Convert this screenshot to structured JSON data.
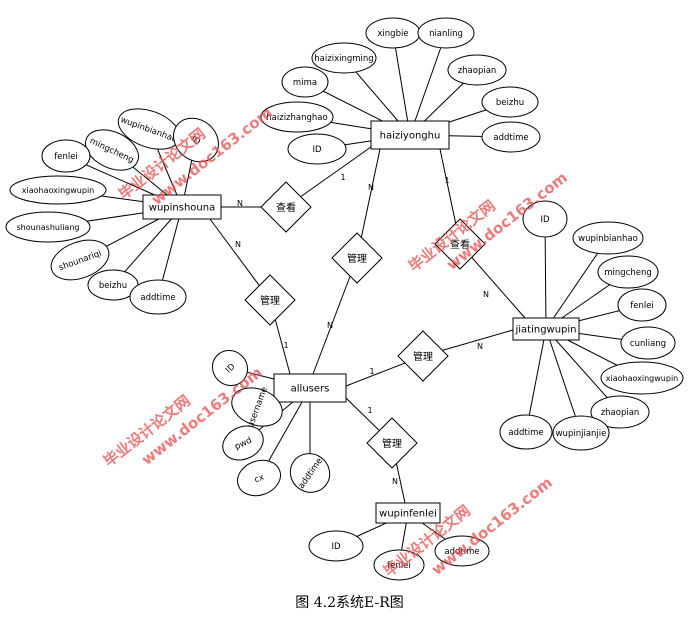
{
  "caption": "图 4.2系统E-R图",
  "watermark": {
    "text1": "毕业设计论文网",
    "text2": "www.doc163.com",
    "color": "#e8504f"
  },
  "entities": [
    {
      "id": "e_hz",
      "label": "haiziyonghu"
    },
    {
      "id": "e_wp",
      "label": "wupinshouna"
    },
    {
      "id": "e_jt",
      "label": "jiatingwupin"
    },
    {
      "id": "e_au",
      "label": "allusers"
    },
    {
      "id": "e_wf",
      "label": "wupinfenlei"
    }
  ],
  "attributes": [
    {
      "id": "a_hz_xingbie",
      "label": "xingbie",
      "entity": "e_hz"
    },
    {
      "id": "a_hz_nianling",
      "label": "nianling",
      "entity": "e_hz"
    },
    {
      "id": "a_hz_haizixingming",
      "label": "haizixingming",
      "entity": "e_hz"
    },
    {
      "id": "a_hz_zhaopian",
      "label": "zhaopian",
      "entity": "e_hz"
    },
    {
      "id": "a_hz_mima",
      "label": "mima",
      "entity": "e_hz"
    },
    {
      "id": "a_hz_beizhu",
      "label": "beizhu",
      "entity": "e_hz"
    },
    {
      "id": "a_hz_haizizhanghao",
      "label": "haizizhanghao",
      "entity": "e_hz"
    },
    {
      "id": "a_hz_addtime",
      "label": "addtime",
      "entity": "e_hz"
    },
    {
      "id": "a_hz_id",
      "label": "ID",
      "entity": "e_hz"
    },
    {
      "id": "a_wp_wupinbianhao",
      "label": "wupinbianhao",
      "entity": "e_wp"
    },
    {
      "id": "a_wp_id",
      "label": "ID",
      "entity": "e_wp"
    },
    {
      "id": "a_wp_mingcheng",
      "label": "mingcheng",
      "entity": "e_wp"
    },
    {
      "id": "a_wp_fenlei",
      "label": "fenlei",
      "entity": "e_wp"
    },
    {
      "id": "a_wp_xiaohaoxingwupin",
      "label": "xiaohaoxingwupin",
      "entity": "e_wp"
    },
    {
      "id": "a_wp_shounashuliang",
      "label": "shounashuliang",
      "entity": "e_wp"
    },
    {
      "id": "a_wp_shounariqi",
      "label": "shounariqi",
      "entity": "e_wp"
    },
    {
      "id": "a_wp_beizhu",
      "label": "beizhu",
      "entity": "e_wp"
    },
    {
      "id": "a_wp_addtime",
      "label": "addtime",
      "entity": "e_wp"
    },
    {
      "id": "a_jt_id",
      "label": "ID",
      "entity": "e_jt"
    },
    {
      "id": "a_jt_wupinbianhao",
      "label": "wupinbianhao",
      "entity": "e_jt"
    },
    {
      "id": "a_jt_mingcheng",
      "label": "mingcheng",
      "entity": "e_jt"
    },
    {
      "id": "a_jt_fenlei",
      "label": "fenlei",
      "entity": "e_jt"
    },
    {
      "id": "a_jt_cunliang",
      "label": "cunliang",
      "entity": "e_jt"
    },
    {
      "id": "a_jt_xiaohaoxingwupin",
      "label": "xiaohaoxingwupin",
      "entity": "e_jt"
    },
    {
      "id": "a_jt_zhaopian",
      "label": "zhaopian",
      "entity": "e_jt"
    },
    {
      "id": "a_jt_addtime",
      "label": "addtime",
      "entity": "e_jt"
    },
    {
      "id": "a_jt_wupinjianjie",
      "label": "wupinjianjie",
      "entity": "e_jt"
    },
    {
      "id": "a_au_id",
      "label": "ID",
      "entity": "e_au"
    },
    {
      "id": "a_au_username",
      "label": "username",
      "entity": "e_au"
    },
    {
      "id": "a_au_pwd",
      "label": "pwd",
      "entity": "e_au"
    },
    {
      "id": "a_au_cx",
      "label": "cx",
      "entity": "e_au"
    },
    {
      "id": "a_au_addtime",
      "label": "addtime",
      "entity": "e_au"
    },
    {
      "id": "a_wf_id",
      "label": "ID",
      "entity": "e_wf"
    },
    {
      "id": "a_wf_fenlei",
      "label": "fenlei",
      "entity": "e_wf"
    },
    {
      "id": "a_wf_addtime",
      "label": "addtime",
      "entity": "e_wf"
    }
  ],
  "relationships": [
    {
      "id": "r_chakan1",
      "label": "查看",
      "from": "e_hz",
      "from_card": "1",
      "to": "e_wp",
      "to_card": "N"
    },
    {
      "id": "r_chakan2",
      "label": "查看",
      "from": "e_hz",
      "from_card": "1",
      "to": "e_jt",
      "to_card": "N"
    },
    {
      "id": "r_guanli_hz",
      "label": "管理",
      "from": "e_au",
      "from_card": "N",
      "to": "e_hz",
      "to_card": "N"
    },
    {
      "id": "r_guanli_wp",
      "label": "管理",
      "from": "e_au",
      "from_card": "1",
      "to": "e_wp",
      "to_card": "N"
    },
    {
      "id": "r_guanli_jt",
      "label": "管理",
      "from": "e_au",
      "from_card": "1",
      "to": "e_jt",
      "to_card": "N"
    },
    {
      "id": "r_guanli_wf",
      "label": "管理",
      "from": "e_au",
      "from_card": "1",
      "to": "e_wf",
      "to_card": "N"
    }
  ]
}
